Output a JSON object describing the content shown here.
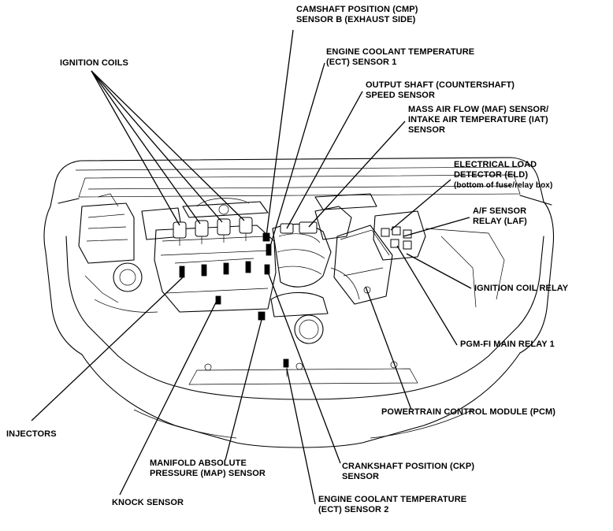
{
  "labels": {
    "cmp": [
      "CAMSHAFT POSITION (CMP)",
      "SENSOR B (EXHAUST SIDE)"
    ],
    "ect1": [
      "ENGINE COOLANT TEMPERATURE",
      "(ECT) SENSOR 1"
    ],
    "ignition_coils": [
      "IGNITION COILS"
    ],
    "output_shaft": [
      "OUTPUT SHAFT (COUNTERSHAFT)",
      "SPEED SENSOR"
    ],
    "maf": [
      "MASS AIR FLOW (MAF) SENSOR/",
      "INTAKE AIR TEMPERATURE (IAT)",
      "SENSOR"
    ],
    "eld": [
      "ELECTRICAL LOAD",
      "DETECTOR (ELD)",
      "(bottom of fuse/relay box)"
    ],
    "af_relay": [
      "A/F SENSOR",
      "RELAY (LAF)"
    ],
    "ign_coil_relay": [
      "IGNITION COIL RELAY"
    ],
    "pgm_fi": [
      "PGM-FI MAIN RELAY 1"
    ],
    "pcm": [
      "POWERTRAIN CONTROL MODULE (PCM)"
    ],
    "injectors": [
      "INJECTORS"
    ],
    "map": [
      "MANIFOLD ABSOLUTE",
      "PRESSURE (MAP) SENSOR"
    ],
    "ckp": [
      "CRANKSHAFT POSITION (CKP)",
      "SENSOR"
    ],
    "knock": [
      "KNOCK SENSOR"
    ],
    "ect2": [
      "ENGINE COOLANT TEMPERATURE",
      "(ECT) SENSOR 2"
    ]
  },
  "icons": {
    "diagram": "engine-compartment-line-drawing",
    "leader": "leader-line"
  }
}
